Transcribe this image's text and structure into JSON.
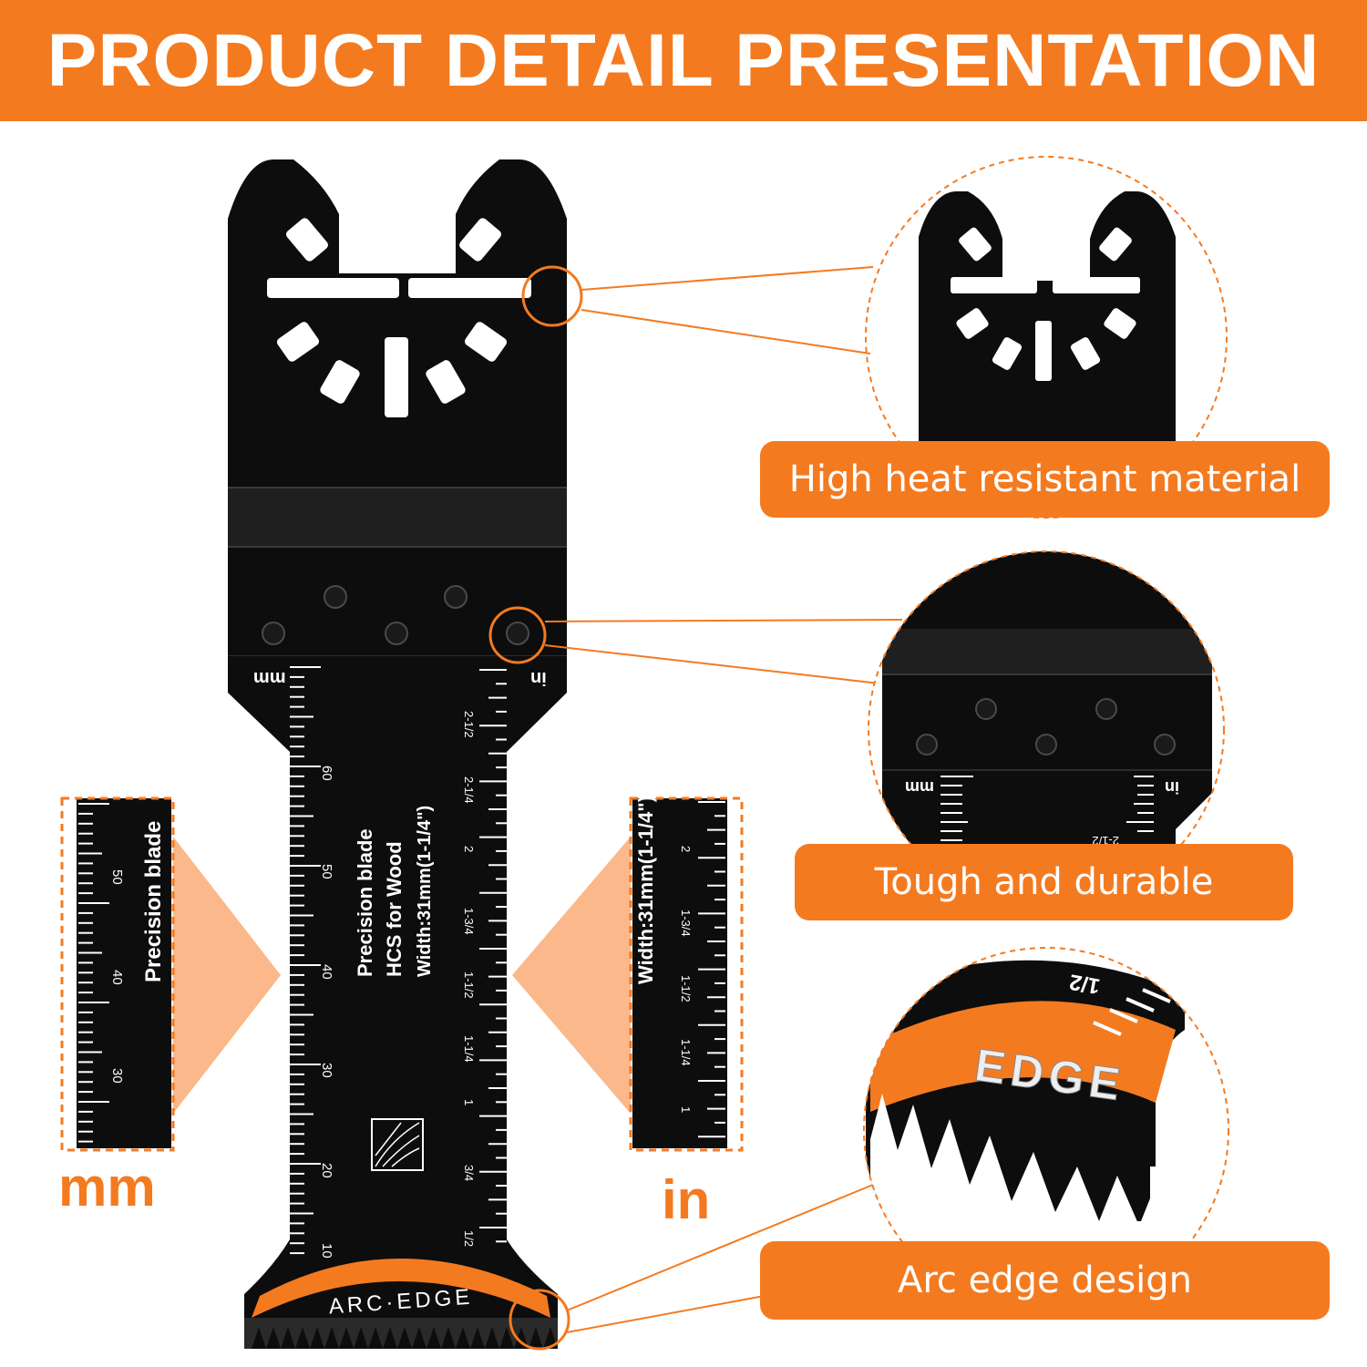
{
  "banner": {
    "title": "PRODUCT DETAIL PRESENTATION"
  },
  "features": [
    {
      "label": "High heat resistant material"
    },
    {
      "label": "Tough and durable"
    },
    {
      "label": "Arc edge design"
    }
  ],
  "blade": {
    "text_line1": "Precision blade",
    "text_line2": "HCS for Wood",
    "text_line3": "Width:31mm(1-1/4\")",
    "arc_label": "ARC·EDGE",
    "mm_unit_mark": "mm",
    "in_unit_mark": "in",
    "mm_ticks": [
      "60",
      "50",
      "40",
      "30",
      "20",
      "10"
    ],
    "in_ticks": [
      "2-1/2",
      "2-1/4",
      "2",
      "1-3/4",
      "1-1/2",
      "1-1/4",
      "1",
      "3/4",
      "1/2"
    ]
  },
  "insets": {
    "mm_ruler": {
      "text": "Precision blade",
      "ticks": [
        "50",
        "40",
        "30"
      ],
      "unit": "mm"
    },
    "in_ruler": {
      "text": "Width:31mm(1-1/4\")",
      "ticks": [
        "2",
        "1-3/4",
        "1-1/2",
        "1-1/4",
        "1"
      ],
      "unit": "in"
    }
  },
  "zoom_details": {
    "scale_mark_mm": "mm",
    "scale_mark_in": "in",
    "scale_tick": "2-1/2",
    "edge_text": "EDGE",
    "edge_tick": "1/2"
  },
  "colors": {
    "accent": "#f47a20",
    "accent_light": "#fbb88a",
    "blade": "#0d0d0d"
  }
}
